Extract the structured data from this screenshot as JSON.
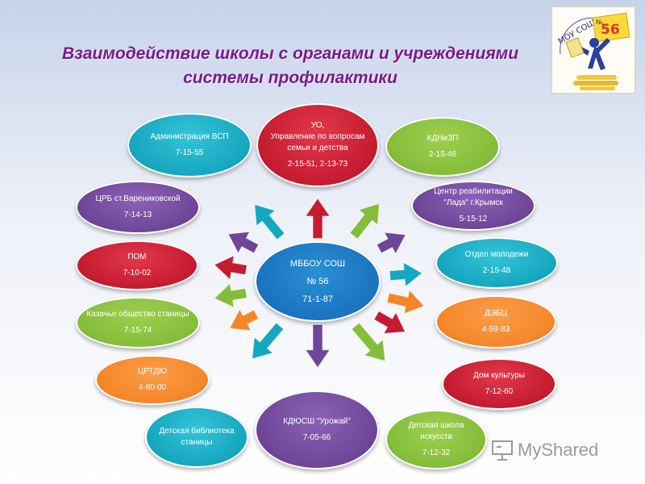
{
  "title": {
    "line1": "Взаимодействие школы  с органами и учреждениями",
    "line2": "системы профилактики"
  },
  "logo": {
    "label": "МОУ СОШ № 56",
    "icon": "school-emblem-icon"
  },
  "center": {
    "name": "МББОУ СОШ",
    "number": "№ 56",
    "phone": "71-1-87"
  },
  "nodes": [
    {
      "id": "uo",
      "name": "УО,\nУправление по вопросам семьи и детства",
      "phone": "2-15-51, 2-13-73",
      "color": "#c41b30"
    },
    {
      "id": "admin-vsp",
      "name": "Администрация ВСП",
      "phone": "7-15-55",
      "color": "#15a7bf"
    },
    {
      "id": "kdnizp",
      "name": "КДНиЗП",
      "phone": "2-15-46",
      "color": "#84bd3a"
    },
    {
      "id": "crb",
      "name": "ЦРБ ст.Варениковской",
      "phone": "7-14-13",
      "color": "#6f4597"
    },
    {
      "id": "lada",
      "name": "Центр реабилитации \"Лада\" г.Крымск",
      "phone": "5-15-12",
      "color": "#6f4597"
    },
    {
      "id": "pom",
      "name": "ПОМ",
      "phone": "7-10-02",
      "color": "#c41b30"
    },
    {
      "id": "youth",
      "name": "Отдел молодежи",
      "phone": "2-15-48",
      "color": "#15a7bf"
    },
    {
      "id": "cossack",
      "name": "Казачье общество станицы",
      "phone": "7-15-74",
      "color": "#84bd3a"
    },
    {
      "id": "debc",
      "name": "ДЭБЦ",
      "phone": "4-59-83",
      "color": "#f58628"
    },
    {
      "id": "crtdyu",
      "name": "ЦРТДЮ",
      "phone": "4-80-00",
      "color": "#f58628"
    },
    {
      "id": "culture",
      "name": "Дом культуры",
      "phone": "7-12-60",
      "color": "#c41b30"
    },
    {
      "id": "library",
      "name": "Детская библиотека станицы",
      "phone": "",
      "color": "#15a7bf"
    },
    {
      "id": "sport",
      "name": "КДЮСШ \"Урожай\"",
      "phone": "7-05-66",
      "color": "#6f4597"
    },
    {
      "id": "art-school",
      "name": "Детская школа искусств",
      "phone": "7-12-32",
      "color": "#84bd3a"
    }
  ],
  "watermark": {
    "text": "MyShared",
    "icon": "presentation-board-icon"
  }
}
